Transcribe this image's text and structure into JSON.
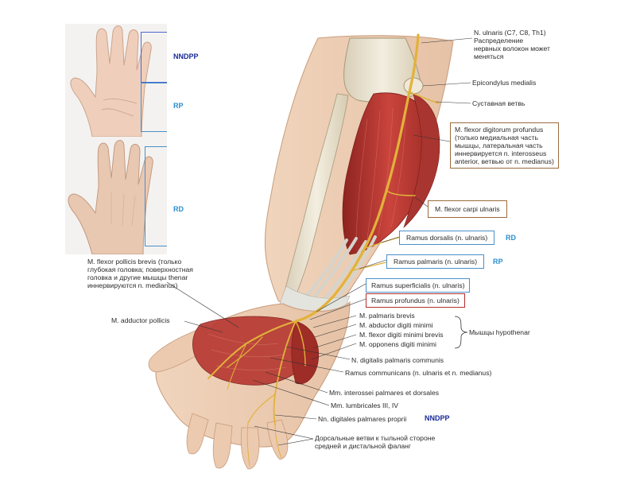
{
  "colors": {
    "nerve_yellow": "#e2b23a",
    "muscle_red": "#b8302c",
    "bone": "#ebe4d2",
    "tendon": "#dcdcd6",
    "box_brown": "#9a6b3c",
    "box_blue": "#4a90c8",
    "box_red": "#b03030",
    "tag_navy": "#1a2a9a",
    "tag_cyan": "#2a8ed0",
    "skin": "#e8c8b0"
  },
  "photo_tags": {
    "nndpp": "NNDPP",
    "rp": "RP",
    "rd": "RD"
  },
  "labels": {
    "ulnar_nerve": "N. ulnaris (C7, C8, Th1)\nРаспределение\nнервных волокон может\nменяться",
    "epicondylus": "Epicondylus medialis",
    "joint_branch": "Суставная ветвь",
    "fdp": "M. flexor digitorum profundus\n(только медиальная часть\nмышцы, латеральная часть\nиннервируется n. interosseus\nanterior, ветвью от n. medianus)",
    "fcu": "M. flexor carpi ulnaris",
    "ramus_dorsalis": "Ramus dorsalis (n. ulnaris)",
    "ramus_dorsalis_tag": "RD",
    "ramus_palmaris": "Ramus palmaris (n. ulnaris)",
    "ramus_palmaris_tag": "RP",
    "fpb": "M. flexor pollicis brevis (только\nглубокая головка; поверхностная\nголовка и другие мышцы thenar\nиннервируются n. medianus)",
    "ramus_superficialis": "Ramus superficialis (n. ulnaris)",
    "ramus_profundus": "Ramus profundus (n. ulnaris)",
    "adductor_pollicis": "M. adductor pollicis",
    "palmaris_brevis": "M. palmaris brevis",
    "abductor_dm": "M. abductor digiti minimi",
    "flexor_dmb": "M. flexor digiti minimi brevis",
    "opponens_dm": "M. opponens digiti minimi",
    "hypothenar": "Мышцы hypothenar",
    "dig_palm_comm": "N. digitalis palmaris communis",
    "ramus_comm": "Ramus communicans (n. ulnaris et n. medianus)",
    "interossei": "Mm. interossei palmares et dorsales",
    "lumbricales": "Mm. lumbricales III, IV",
    "nn_dig_prop": "Nn. digitales palmares proprii",
    "nn_dig_prop_tag": "NNDPP",
    "dorsal_branches": "Дорсальные ветви к тыльной стороне\nсредней и дистальной фаланг"
  }
}
